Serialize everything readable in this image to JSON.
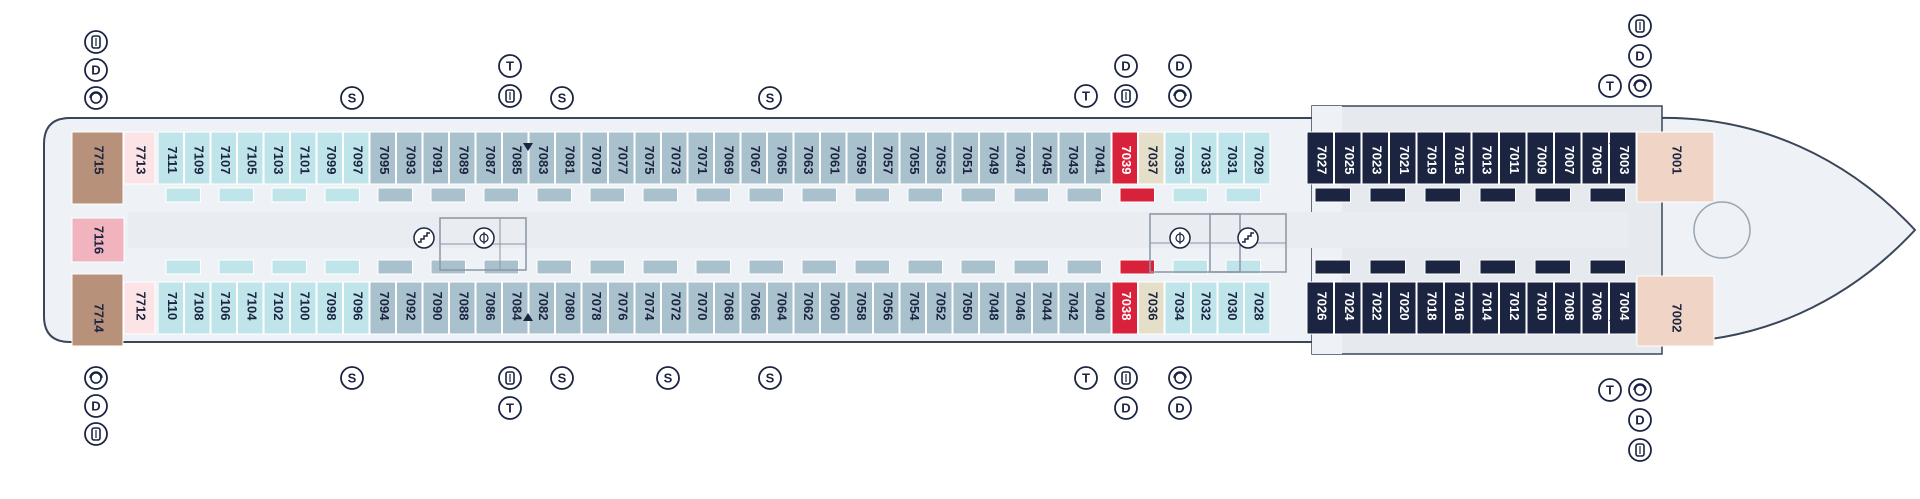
{
  "colors": {
    "hull": "#eef1f5",
    "hull_stroke": "#3a4558",
    "aqua": "#bfe4ea",
    "slate": "#a9c1cc",
    "navy": "#1b2440",
    "red": "#d8213a",
    "cream": "#e5dfca",
    "pink": "#fbe3e6",
    "rose": "#f1b3be",
    "tan": "#b8917a",
    "peach": "#f0d4c6",
    "deck_gray": "#c8cdd5",
    "text_dark": "#1b2440",
    "text_light": "#ffffff"
  },
  "legend_icons": {
    "S": "S",
    "T": "T",
    "D": "D"
  },
  "cabins": {
    "top": [
      {
        "label": "7715",
        "cat": "tan"
      },
      {
        "label": "7713",
        "cat": "pink"
      },
      {
        "label": "7111",
        "cat": "aqua"
      },
      {
        "label": "7109",
        "cat": "aqua"
      },
      {
        "label": "7107",
        "cat": "aqua"
      },
      {
        "label": "7105",
        "cat": "aqua"
      },
      {
        "label": "7103",
        "cat": "aqua"
      },
      {
        "label": "7101",
        "cat": "aqua"
      },
      {
        "label": "7099",
        "cat": "aqua"
      },
      {
        "label": "7097",
        "cat": "aqua"
      },
      {
        "label": "7095",
        "cat": "slate"
      },
      {
        "label": "7093",
        "cat": "slate"
      },
      {
        "label": "7091",
        "cat": "slate"
      },
      {
        "label": "7089",
        "cat": "slate"
      },
      {
        "label": "7087",
        "cat": "slate"
      },
      {
        "label": "7085",
        "cat": "slate"
      },
      {
        "label": "7083",
        "cat": "slate"
      },
      {
        "label": "7081",
        "cat": "slate"
      },
      {
        "label": "7079",
        "cat": "slate"
      },
      {
        "label": "7077",
        "cat": "slate"
      },
      {
        "label": "7075",
        "cat": "slate"
      },
      {
        "label": "7073",
        "cat": "slate"
      },
      {
        "label": "7071",
        "cat": "slate"
      },
      {
        "label": "7069",
        "cat": "slate"
      },
      {
        "label": "7067",
        "cat": "slate"
      },
      {
        "label": "7065",
        "cat": "slate"
      },
      {
        "label": "7063",
        "cat": "slate"
      },
      {
        "label": "7061",
        "cat": "slate"
      },
      {
        "label": "7059",
        "cat": "slate"
      },
      {
        "label": "7057",
        "cat": "slate"
      },
      {
        "label": "7055",
        "cat": "slate"
      },
      {
        "label": "7053",
        "cat": "slate"
      },
      {
        "label": "7051",
        "cat": "slate"
      },
      {
        "label": "7049",
        "cat": "slate"
      },
      {
        "label": "7047",
        "cat": "slate"
      },
      {
        "label": "7045",
        "cat": "slate"
      },
      {
        "label": "7043",
        "cat": "slate"
      },
      {
        "label": "7041",
        "cat": "slate"
      },
      {
        "label": "7039",
        "cat": "red"
      },
      {
        "label": "7037",
        "cat": "cream"
      },
      {
        "label": "7035",
        "cat": "aqua"
      },
      {
        "label": "7033",
        "cat": "aqua"
      },
      {
        "label": "7031",
        "cat": "aqua"
      },
      {
        "label": "7029",
        "cat": "aqua"
      },
      {
        "label": "7027",
        "cat": "navy"
      },
      {
        "label": "7025",
        "cat": "navy"
      },
      {
        "label": "7023",
        "cat": "navy"
      },
      {
        "label": "7021",
        "cat": "navy"
      },
      {
        "label": "7019",
        "cat": "navy"
      },
      {
        "label": "7015",
        "cat": "navy"
      },
      {
        "label": "7013",
        "cat": "navy"
      },
      {
        "label": "7011",
        "cat": "navy"
      },
      {
        "label": "7009",
        "cat": "navy"
      },
      {
        "label": "7007",
        "cat": "navy"
      },
      {
        "label": "7005",
        "cat": "navy"
      },
      {
        "label": "7003",
        "cat": "navy"
      },
      {
        "label": "7001",
        "cat": "peach"
      }
    ],
    "bottom": [
      {
        "label": "7714",
        "cat": "tan"
      },
      {
        "label": "7712",
        "cat": "pink"
      },
      {
        "label": "7110",
        "cat": "aqua"
      },
      {
        "label": "7108",
        "cat": "aqua"
      },
      {
        "label": "7106",
        "cat": "aqua"
      },
      {
        "label": "7104",
        "cat": "aqua"
      },
      {
        "label": "7102",
        "cat": "aqua"
      },
      {
        "label": "7100",
        "cat": "aqua"
      },
      {
        "label": "7098",
        "cat": "aqua"
      },
      {
        "label": "7096",
        "cat": "aqua"
      },
      {
        "label": "7094",
        "cat": "slate"
      },
      {
        "label": "7092",
        "cat": "slate"
      },
      {
        "label": "7090",
        "cat": "slate"
      },
      {
        "label": "7088",
        "cat": "slate"
      },
      {
        "label": "7086",
        "cat": "slate"
      },
      {
        "label": "7084",
        "cat": "slate"
      },
      {
        "label": "7082",
        "cat": "slate"
      },
      {
        "label": "7080",
        "cat": "slate"
      },
      {
        "label": "7078",
        "cat": "slate"
      },
      {
        "label": "7076",
        "cat": "slate"
      },
      {
        "label": "7074",
        "cat": "slate"
      },
      {
        "label": "7072",
        "cat": "slate"
      },
      {
        "label": "7070",
        "cat": "slate"
      },
      {
        "label": "7068",
        "cat": "slate"
      },
      {
        "label": "7066",
        "cat": "slate"
      },
      {
        "label": "7064",
        "cat": "slate"
      },
      {
        "label": "7062",
        "cat": "slate"
      },
      {
        "label": "7060",
        "cat": "slate"
      },
      {
        "label": "7058",
        "cat": "slate"
      },
      {
        "label": "7056",
        "cat": "slate"
      },
      {
        "label": "7054",
        "cat": "slate"
      },
      {
        "label": "7052",
        "cat": "slate"
      },
      {
        "label": "7050",
        "cat": "slate"
      },
      {
        "label": "7048",
        "cat": "slate"
      },
      {
        "label": "7046",
        "cat": "slate"
      },
      {
        "label": "7044",
        "cat": "slate"
      },
      {
        "label": "7042",
        "cat": "slate"
      },
      {
        "label": "7040",
        "cat": "slate"
      },
      {
        "label": "7038",
        "cat": "red"
      },
      {
        "label": "7036",
        "cat": "cream"
      },
      {
        "label": "7034",
        "cat": "aqua"
      },
      {
        "label": "7032",
        "cat": "aqua"
      },
      {
        "label": "7030",
        "cat": "aqua"
      },
      {
        "label": "7028",
        "cat": "aqua"
      },
      {
        "label": "7026",
        "cat": "navy"
      },
      {
        "label": "7024",
        "cat": "navy"
      },
      {
        "label": "7022",
        "cat": "navy"
      },
      {
        "label": "7020",
        "cat": "navy"
      },
      {
        "label": "7018",
        "cat": "navy"
      },
      {
        "label": "7016",
        "cat": "navy"
      },
      {
        "label": "7014",
        "cat": "navy"
      },
      {
        "label": "7012",
        "cat": "navy"
      },
      {
        "label": "7010",
        "cat": "navy"
      },
      {
        "label": "7008",
        "cat": "navy"
      },
      {
        "label": "7006",
        "cat": "navy"
      },
      {
        "label": "7004",
        "cat": "navy"
      },
      {
        "label": "7002",
        "cat": "peach"
      }
    ],
    "center": {
      "label": "7116",
      "cat": "rose"
    }
  }
}
